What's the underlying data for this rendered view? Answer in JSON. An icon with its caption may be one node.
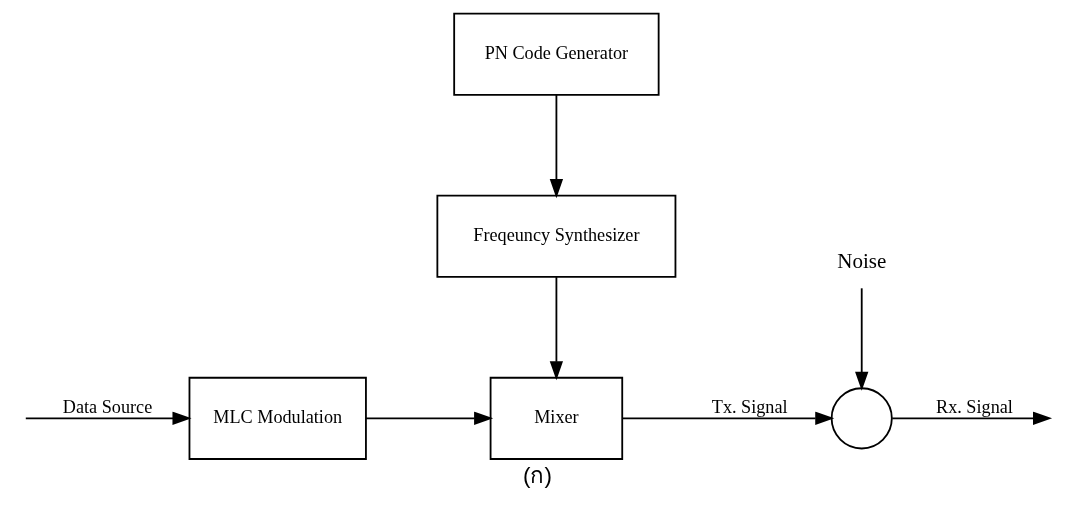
{
  "diagram": {
    "caption": "(ก)",
    "nodes": [
      {
        "text": [
          "MLC Modulation"
        ]
      },
      {
        "text": [
          "Mixer"
        ]
      },
      {
        "text": [
          "Freqeuncy Synthesizer"
        ]
      },
      {
        "text": [
          "PN Code Generator"
        ]
      },
      {
        "text": [],
        "shape": "circle"
      },
      {
        "text": [
          "Noise"
        ]
      }
    ],
    "edges": [
      {
        "from": null,
        "to": 0,
        "arrow": "to",
        "label": "Data Source"
      },
      {
        "from": 0,
        "to": 1,
        "arrow": "to"
      },
      {
        "from": 1,
        "to": 4,
        "arrow": "to",
        "label": "Tx. Signal"
      },
      {
        "from": 4,
        "to": null,
        "arrow": "to",
        "label": "Rx. Signal"
      },
      {
        "from": 2,
        "to": 1,
        "arrow": "to"
      },
      {
        "from": 3,
        "to": 2,
        "arrow": "to"
      },
      {
        "from": 5,
        "to": 4,
        "arrow": "to"
      }
    ]
  }
}
